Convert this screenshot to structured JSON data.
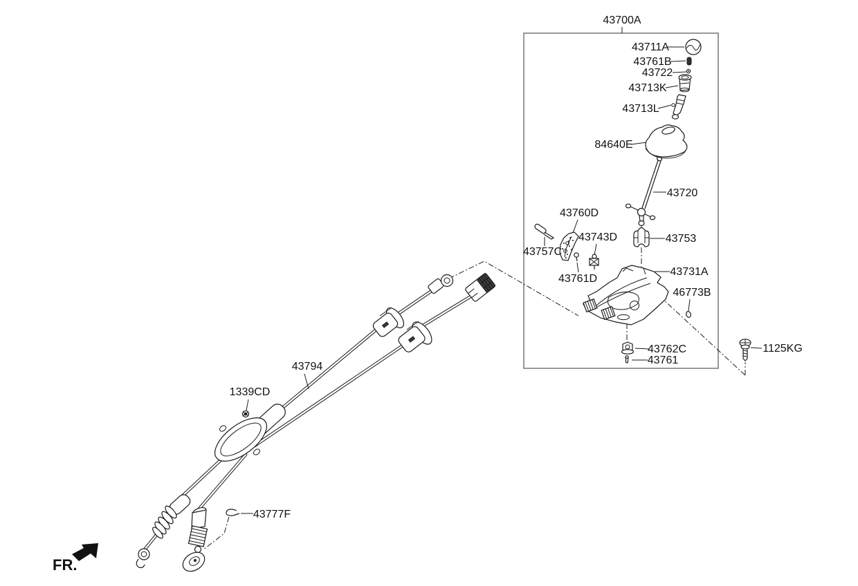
{
  "meta": {
    "diagram_type": "exploded-parts-diagram",
    "background_color": "#ffffff",
    "line_color": "#1a1a1a",
    "box_border_color": "#6b6b6b"
  },
  "labels": {
    "p43700A": "43700A",
    "p43711A": "43711A",
    "p43761B": "43761B",
    "p43722": "43722",
    "p43713K": "43713K",
    "p43713L": "43713L",
    "p84640E": "84640E",
    "p43720": "43720",
    "p43760D": "43760D",
    "p43743D": "43743D",
    "p43757C": "43757C",
    "p43753": "43753",
    "p43761D": "43761D",
    "p43731A": "43731A",
    "p46773B": "46773B",
    "p43762C": "43762C",
    "p43761": "43761",
    "p1125KG": "1125KG",
    "p43794": "43794",
    "p1339CD": "1339CD",
    "p43777F": "43777F",
    "fr_marker": "FR."
  }
}
